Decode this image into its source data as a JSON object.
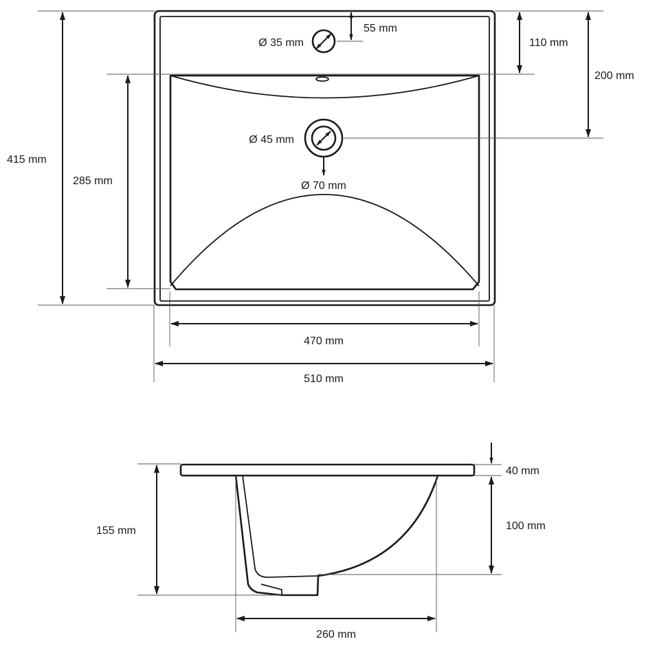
{
  "top_view": {
    "faucet_hole": "Ø 35 mm",
    "faucet_offset": "55 mm",
    "deck_depth": "110 mm",
    "drain_offset": "200 mm",
    "total_depth": "415 mm",
    "basin_depth": "285 mm",
    "drain_hole": "Ø 45 mm",
    "drain_outer": "Ø 70 mm",
    "basin_width": "470 mm",
    "total_width": "510 mm"
  },
  "side_view": {
    "total_height": "155 mm",
    "rim_thickness": "40 mm",
    "bowl_height": "100 mm",
    "bowl_width": "260 mm"
  },
  "colors": {
    "line": "#1a1a1a",
    "extension_line": "#555555",
    "background": "#ffffff"
  }
}
